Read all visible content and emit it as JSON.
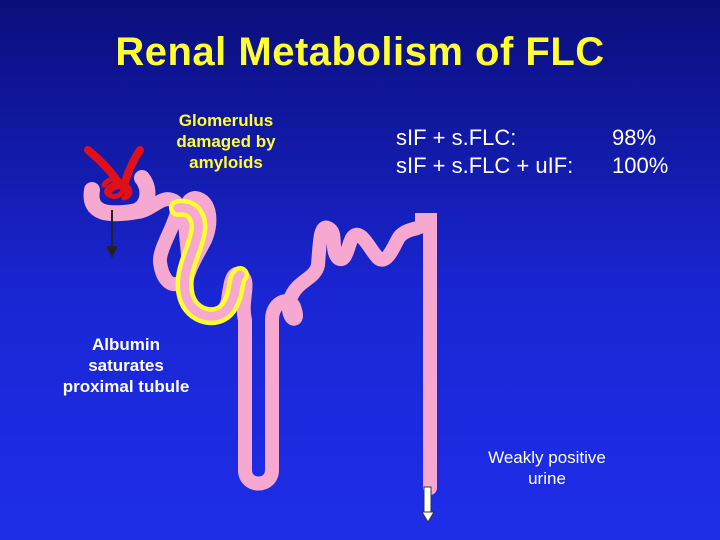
{
  "title": "Renal Metabolism of FLC",
  "labels": {
    "glomerulus": [
      "Glomerulus",
      "damaged by",
      "amyloids"
    ],
    "albumin": [
      "Albumin",
      "saturates",
      "proximal tubule"
    ],
    "urine": [
      "Weakly positive",
      "urine"
    ]
  },
  "results": [
    {
      "key": "sIF + s.FLC:",
      "value": "98%"
    },
    {
      "key": "sIF + s.FLC + uIF:",
      "value": "100%"
    }
  ],
  "colors": {
    "background_top": "#0a0e7a",
    "background_bottom": "#1e2ee8",
    "title": "#ffff33",
    "tubule": "#f7a8d0",
    "albumin_lining": "#ffff33",
    "glomerulus_vessel": "#e0101a",
    "arrow": "#222222"
  }
}
